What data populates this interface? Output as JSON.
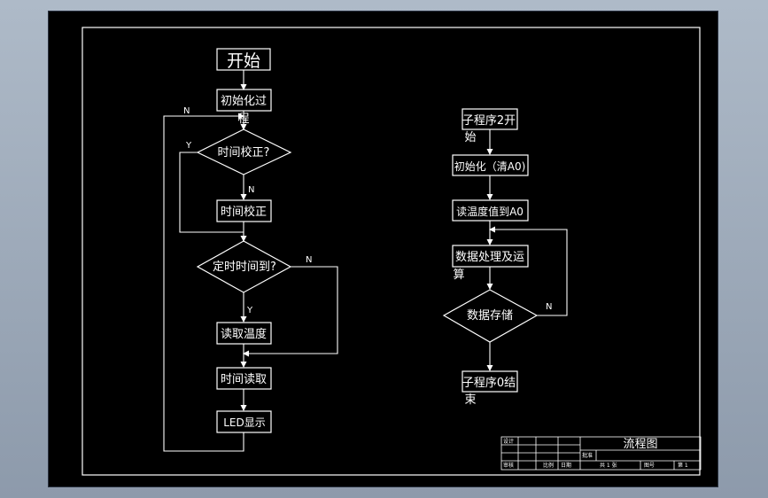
{
  "left_flow": {
    "start": "开始",
    "init_1": "初始化过",
    "init_2": "程",
    "check_decision": "时间校正?",
    "correct": "时间校正",
    "timer_decision": "定时时间到?",
    "read_temp": "读取温度",
    "read_time": "时间读取",
    "display": "LED显示",
    "label_n_top": "N",
    "label_y_check": "Y",
    "label_n_check": "N",
    "label_n_timer": "N",
    "label_y_timer": "Y"
  },
  "right_flow": {
    "sub_start_1": "子程序2开",
    "sub_start_2": "始",
    "init": "初始化（清A0)",
    "read": "读温度值到A0",
    "process_1": "数据处理及运",
    "process_2": "算",
    "store_decision": "数据存储",
    "sub_end_1": "子程序0结",
    "sub_end_2": "束",
    "label_n": "N"
  },
  "title_block": {
    "title": "流程图",
    "cell_1": "设计",
    "cell_2": "批准",
    "cell_3": "审核",
    "cell_4": "比例",
    "cell_5": "日期",
    "cell_6": "共 1 张",
    "cell_7": "图号",
    "cell_8": "第 1"
  }
}
